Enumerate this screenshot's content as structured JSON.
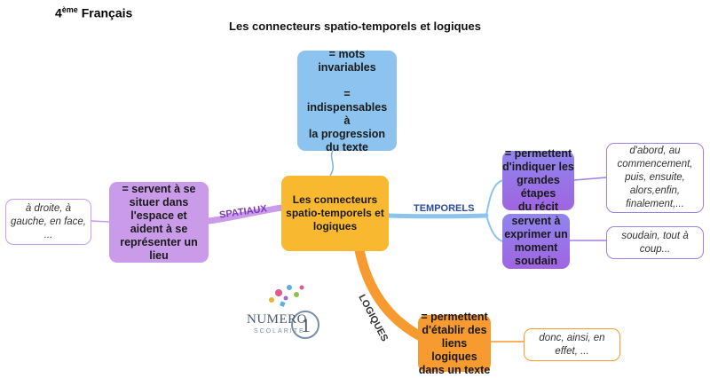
{
  "header": {
    "level_main": "4",
    "level_sup": "ème",
    "level_rest": " Français",
    "title": "Les connecteurs spatio-temporels et logiques"
  },
  "map": {
    "center": "Les connecteurs\nspatio-temporels et\nlogiques",
    "top_node": "= mots\ninvariables\n\n=\nindispensables\nà\nla progression\ndu texte",
    "branches": {
      "spatiaux": {
        "label": "SPATIAUX",
        "definition": "= servent à se\nsituer dans\nl'espace et\naident à se\nreprésenter un\nlieu",
        "examples": "à droite, à\ngauche, en face,\n..."
      },
      "temporels": {
        "label": "TEMPORELS",
        "definition_1": "= permettent\nd'indiquer les\ngrandes étapes\ndu récit",
        "examples_1": "d'abord, au\ncommencement,\npuis, ensuite,\nalors,enfin,\nfinalement,...",
        "definition_2": "servent à\nexprimer un\nmoment\nsoudain",
        "examples_2": "soudain, tout à\ncoup..."
      },
      "logiques": {
        "label": "LOGIQUES",
        "definition": "= permettent\nd'établir des\nliens logiques\ndans un texte",
        "examples": "donc, ainsi, en\neffet, ..."
      }
    }
  },
  "logo": {
    "text_main": "NUMERO",
    "text_sub": "SCOLARITE",
    "number": "1"
  },
  "colors": {
    "blue": "#8cc4ef",
    "purple": "#c99be8",
    "orange": "#f79a2f",
    "yellow": "#f8b830",
    "temporels_label": "#2a4a9a"
  }
}
